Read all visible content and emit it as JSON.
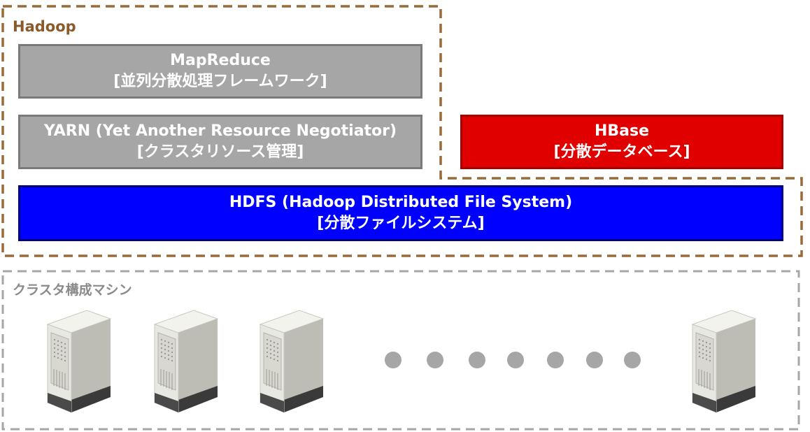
{
  "hadoop": {
    "label": "Hadoop",
    "border_color": "#9a6b3a"
  },
  "mapreduce": {
    "title": "MapReduce",
    "subtitle": "[並列分散処理フレームワーク]",
    "color": "#a6a6a6"
  },
  "yarn": {
    "title": "YARN (Yet Another Resource Negotiator)",
    "subtitle": "[クラスタリソース管理]",
    "color": "#a6a6a6"
  },
  "hbase": {
    "title": "HBase",
    "subtitle": "[分散データベース]",
    "color": "#e00000"
  },
  "hdfs": {
    "title": "HDFS (Hadoop Distributed File System)",
    "subtitle": "[分散ファイルシステム]",
    "color": "#0000ff"
  },
  "cluster": {
    "label": "クラスタ構成マシン",
    "border_color": "#a6a6a6",
    "server_icon": "server-tower-icon"
  }
}
